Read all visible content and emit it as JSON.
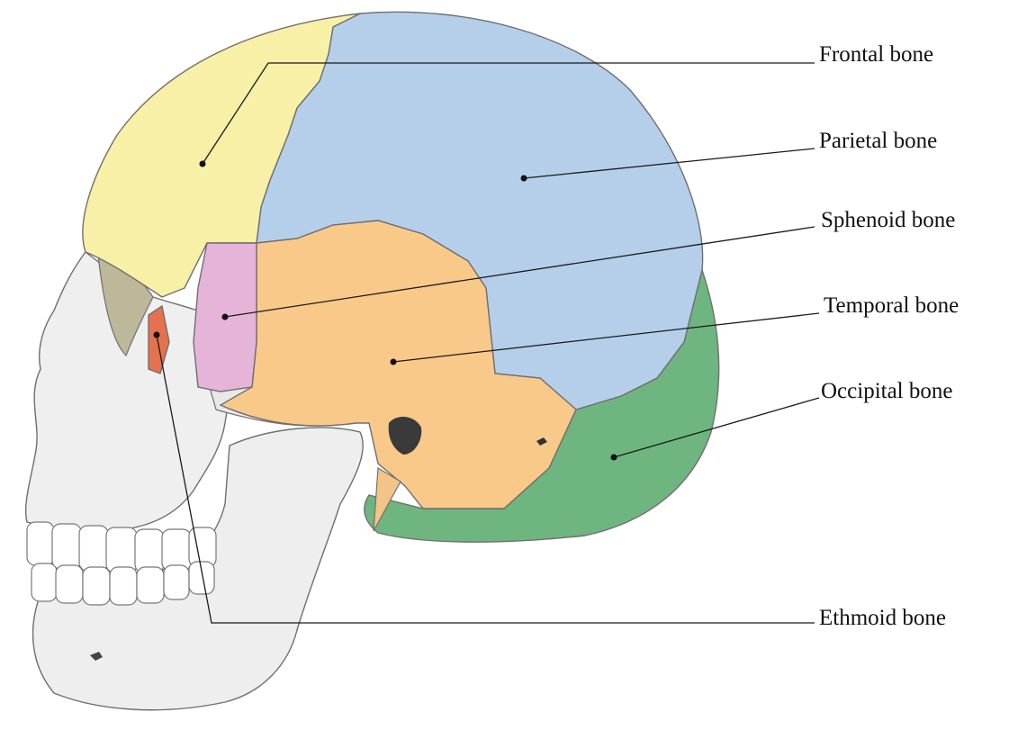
{
  "labels": {
    "frontal": "Frontal bone",
    "parietal": "Parietal bone",
    "sphenoid": "Sphenoid bone",
    "temporal": "Temporal bone",
    "occipital": "Occipital bone",
    "ethmoid": "Ethmoid bone"
  },
  "colors": {
    "frontal": "#f7f0a6",
    "parietal": "#b5cfeb",
    "sphenoid": "#e6b4d8",
    "temporal": "#f9c98a",
    "occipital": "#6fb57f",
    "ethmoid": "#e5714f",
    "face": "#ececec",
    "leader": "#1a1a1a"
  }
}
